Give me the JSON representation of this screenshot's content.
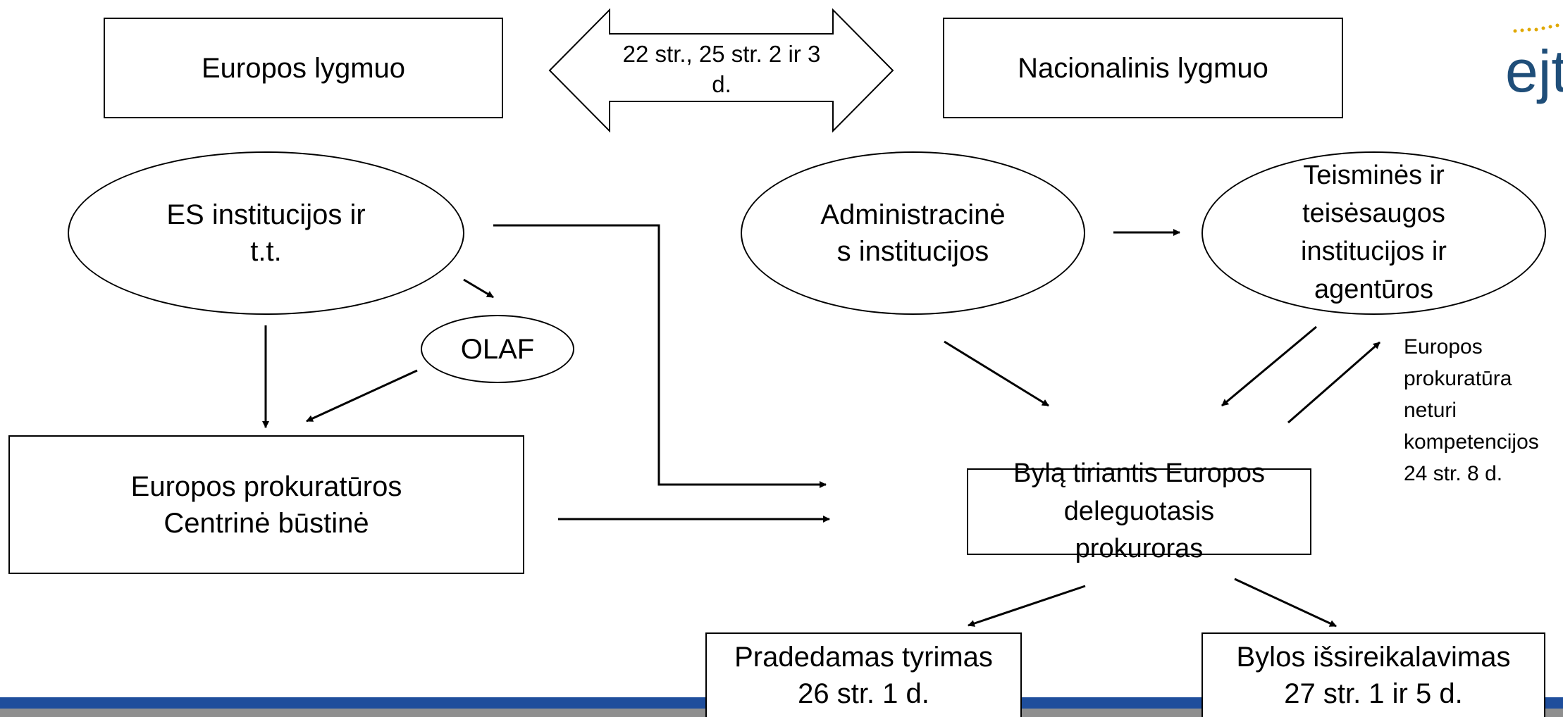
{
  "header": {
    "left_level": "Europos lygmuo",
    "right_level": "Nacionalinis lygmuo",
    "arrow_label": "22 str., 25 str. 2 ir 3\nd."
  },
  "logo": {
    "text": "ejt",
    "stars_color": "#e0a800",
    "text_color": "#1f4e79"
  },
  "eu_side": {
    "institutions": "ES institucijos ir\nt.t.",
    "olaf": "OLAF",
    "headquarters": "Europos prokuratūros\nCentrinė būstinė"
  },
  "national_side": {
    "administrative": "Administracinė\ns institucijos",
    "judicial": "Teisminės ir\nteisėsaugos\ninstitucijos ir\nagentūros",
    "prosecutor": "Bylą tiriantis Europos\ndeleguotasis\nprokuroras",
    "no_competence_note": "Europos\nprokuratūra\nneturi\nkompetencijos\n24 str. 8 d."
  },
  "outcomes": {
    "investigation": "Pradedamas tyrimas\n26 str. 1 d.",
    "evocation": "Bylos išsireikalavimas\n27 str. 1 ir 5 d."
  },
  "colors": {
    "footer_blue": "#1f4e9c",
    "footer_grey": "#8f8f8f"
  }
}
